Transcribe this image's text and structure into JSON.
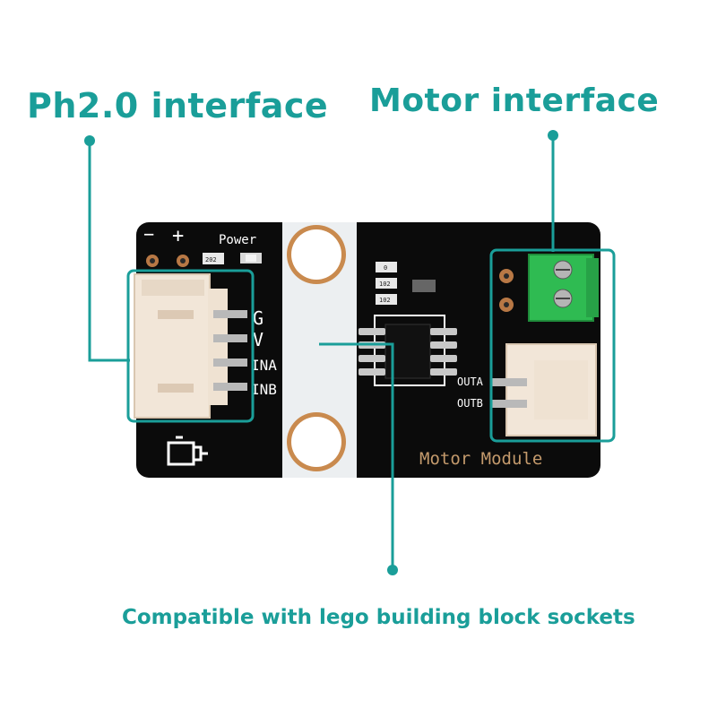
{
  "accent_color": "#1a9e99",
  "callouts": {
    "ph_interface": "Ph2.0 interface",
    "motor_interface": "Motor interface",
    "lego_sockets": "Compatible with lego building block sockets"
  },
  "board": {
    "polarity_minus": "−",
    "polarity_plus": "+",
    "power_label": "Power",
    "resistor_code": "202",
    "chip_resistors": [
      "0",
      "102",
      "102"
    ],
    "pin_labels": [
      "G",
      "V",
      "INA",
      "INB"
    ],
    "output_labels": [
      "OUTA",
      "OUTB"
    ],
    "module_name": "Motor Module",
    "icon": "motor-icon"
  }
}
